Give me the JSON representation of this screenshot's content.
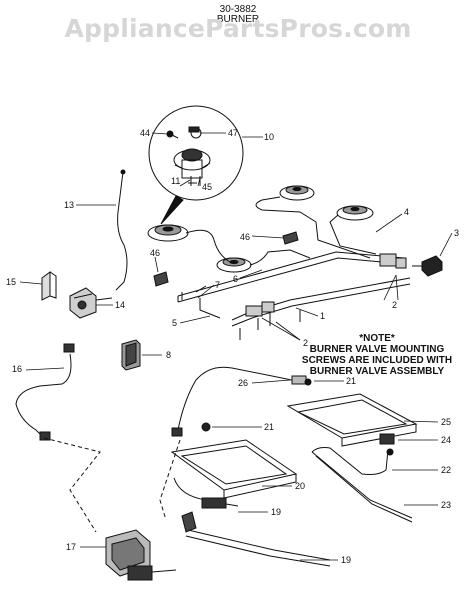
{
  "header": {
    "part_number": "30-3882",
    "title": "BURNER"
  },
  "watermark": "AppliancePartsPros.com",
  "note": {
    "heading": "*NOTE*",
    "line1": "BURNER VALVE MOUNTING",
    "line2": "SCREWS ARE INCLUDED WITH",
    "line3": "BURNER VALVE ASSEMBLY"
  },
  "callouts": {
    "c1": "1",
    "c2a": "2",
    "c2b": "2",
    "c3": "3",
    "c4": "4",
    "c5": "5",
    "c6": "6",
    "c7": "7",
    "c8": "8",
    "c10": "10",
    "c11": "11",
    "c13": "13",
    "c14": "14",
    "c15": "15",
    "c16": "16",
    "c17": "17",
    "c19a": "19",
    "c19b": "19",
    "c20": "20",
    "c21a": "21",
    "c21b": "21",
    "c22": "22",
    "c23": "23",
    "c24": "24",
    "c25": "25",
    "c26": "26",
    "c44": "44",
    "c45": "45",
    "c46a": "46",
    "c46b": "46",
    "c47": "47"
  }
}
